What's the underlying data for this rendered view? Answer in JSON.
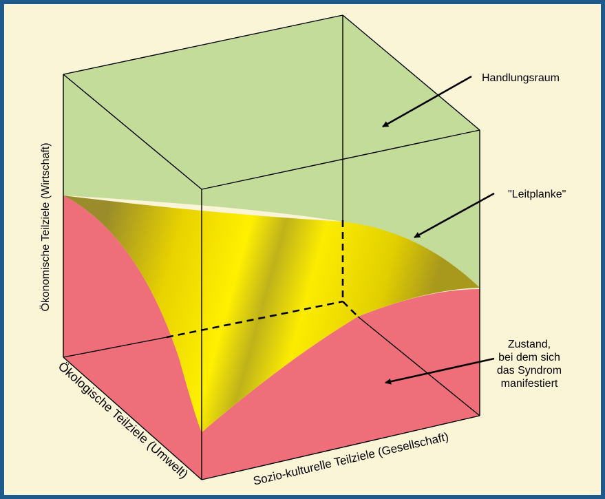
{
  "diagram": {
    "axes": {
      "vertical": "Ökonomische Teilziele (Wirtschaft)",
      "left_depth": "Ökologische Teilziele (Umwelt)",
      "bottom": "Sozio-kulturelle Teilziele (Gesellschaft)"
    },
    "callouts": {
      "handlungsraum": "Handlungsraum",
      "leitplanke": "\"Leitplanke\"",
      "zustand_line1": "Zustand,",
      "zustand_line2": "bei dem sich",
      "zustand_line3": "das Syndrom",
      "zustand_line4": "manifestiert"
    },
    "colors": {
      "frame": "#1e5a8c",
      "background": "#fbf5d8",
      "handlungsraum_region": "#c4dc9a",
      "leitplanke_surface": "#f2e400",
      "syndrom_region": "#ee6f79"
    }
  }
}
